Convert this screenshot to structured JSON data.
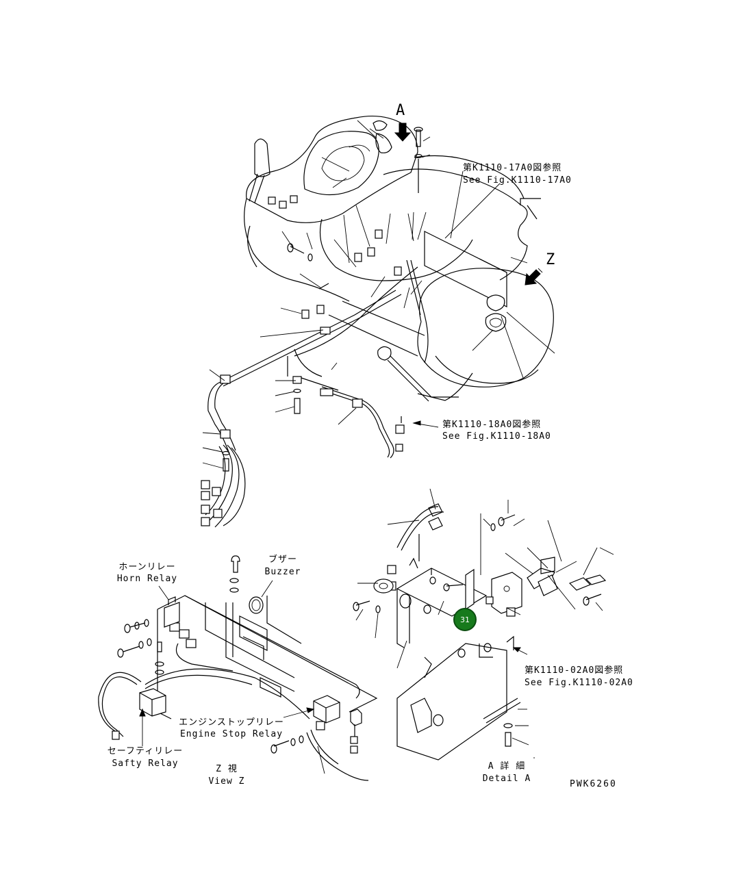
{
  "top_view": {
    "arrow_a": "A",
    "arrow_z": "Z",
    "ref_17a0_jp": "第K1110-17A0図参照",
    "ref_17a0_en": "See Fig.K1110-17A0",
    "ref_18a0_jp": "第K1110-18A0図参照",
    "ref_18a0_en": "See Fig.K1110-18A0"
  },
  "view_z": {
    "horn_relay_jp": "ホーンリレー",
    "horn_relay_en": "Horn Relay",
    "buzzer_jp": "ブザー",
    "buzzer_en": "Buzzer",
    "engine_stop_relay_jp": "エンジンストップリレー",
    "engine_stop_relay_en": "Engine Stop Relay",
    "safety_relay_jp": "セーフティリレー",
    "safety_relay_en": "Safty Relay",
    "caption_jp": "Z 視",
    "caption_en": "View Z"
  },
  "detail_a": {
    "callout_number": "31",
    "ref_02a0_jp": "第K1110-02A0図参照",
    "ref_02a0_en": "See Fig.K1110-02A0",
    "caption_jp": "A 詳 細",
    "caption_en": "Detail A"
  },
  "drawing_code": "PWK6260",
  "colors": {
    "line": "#000000",
    "background": "#ffffff",
    "callout_fill": "#177a1c"
  }
}
